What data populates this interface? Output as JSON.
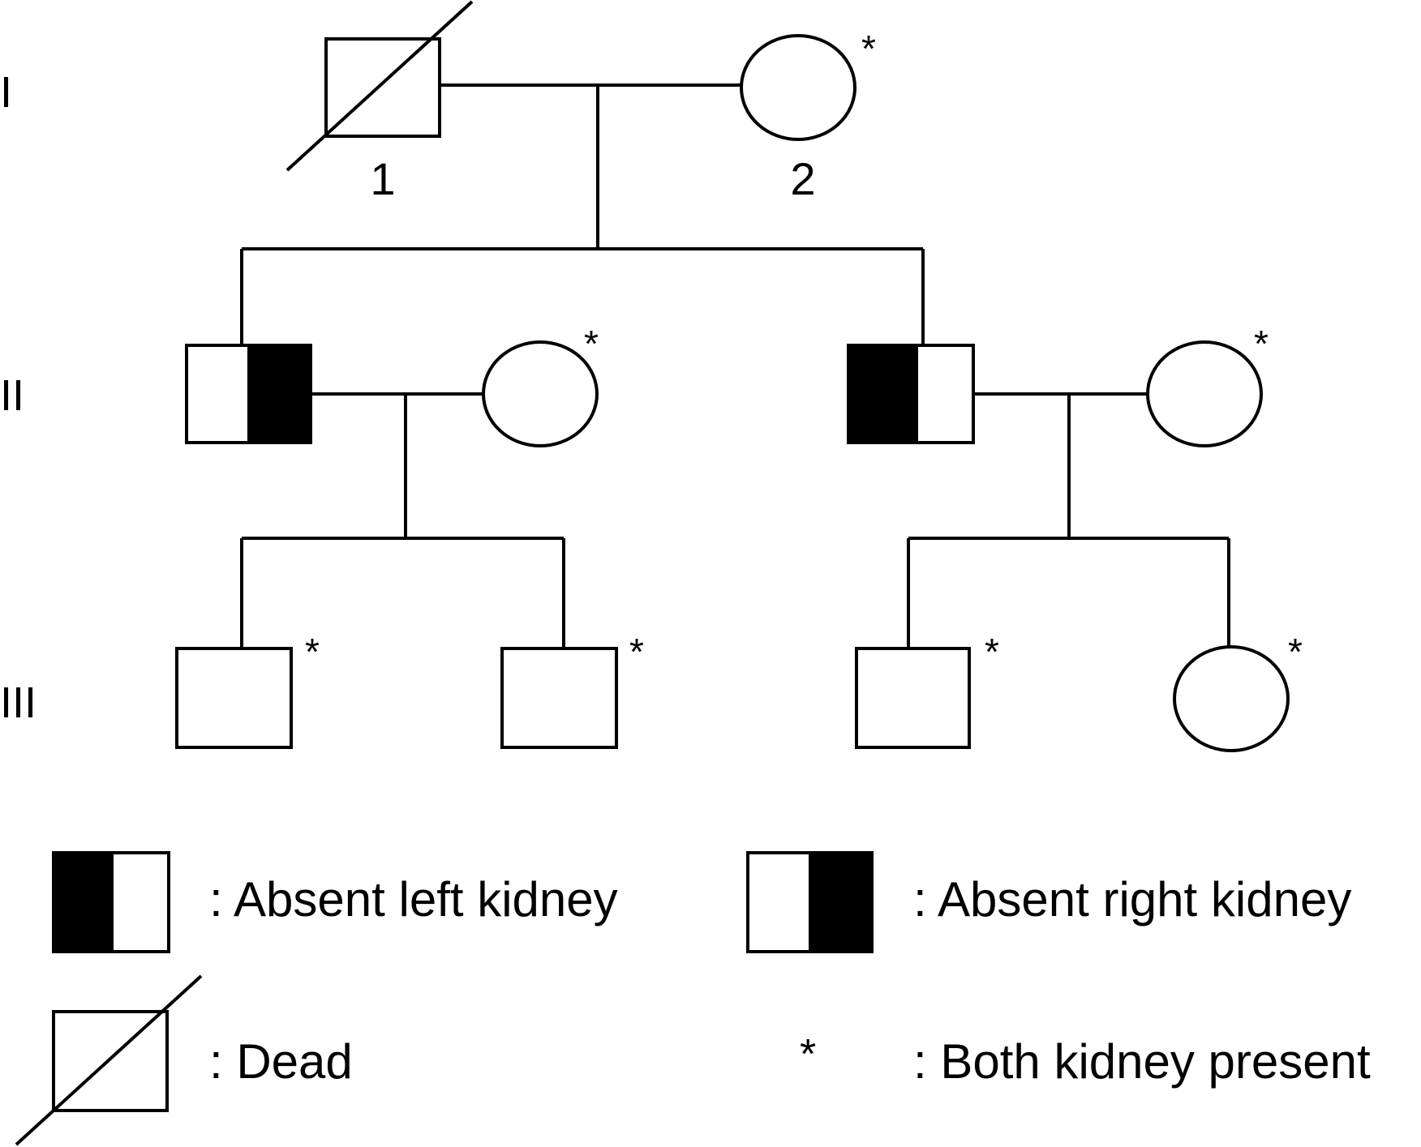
{
  "generations": [
    "I",
    "II",
    "III"
  ],
  "individuals": [
    {
      "generation": "I",
      "number": "1",
      "sex": "male",
      "status": "dead"
    },
    {
      "generation": "I",
      "number": "2",
      "sex": "female",
      "marker": "*"
    },
    {
      "generation": "II",
      "sex": "male",
      "phenotype": "absent-right-kidney"
    },
    {
      "generation": "II",
      "sex": "female",
      "marker": "*"
    },
    {
      "generation": "II",
      "sex": "male",
      "phenotype": "absent-left-kidney"
    },
    {
      "generation": "II",
      "sex": "female",
      "marker": "*"
    },
    {
      "generation": "III",
      "sex": "male",
      "marker": "*"
    },
    {
      "generation": "III",
      "sex": "male",
      "marker": "*"
    },
    {
      "generation": "III",
      "sex": "male",
      "marker": "*"
    },
    {
      "generation": "III",
      "sex": "female",
      "marker": "*"
    }
  ],
  "legend": {
    "absent_left": ": Absent left kidney",
    "absent_right": ": Absent right kidney",
    "dead": ": Dead",
    "both_symbol": "*",
    "both_present": ": Both kidney present"
  },
  "colors": {
    "stroke": "#000000",
    "fill_affected": "#000000",
    "background": "#ffffff"
  }
}
